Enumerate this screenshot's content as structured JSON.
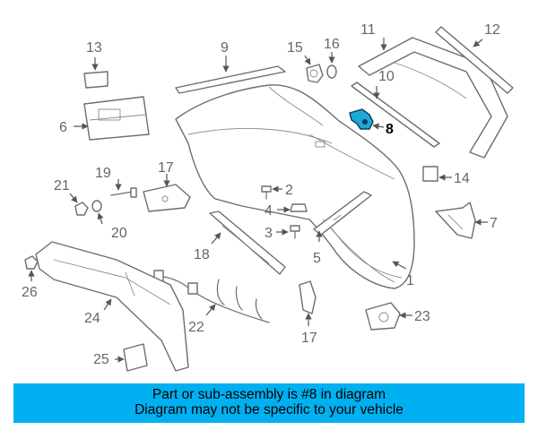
{
  "diagram": {
    "highlighted_callout": "8",
    "callouts": {
      "c1": "1",
      "c2": "2",
      "c3": "3",
      "c4": "4",
      "c5": "5",
      "c6": "6",
      "c7": "7",
      "c8": "8",
      "c9": "9",
      "c10": "10",
      "c11": "11",
      "c12": "12",
      "c13": "13",
      "c14": "14",
      "c15": "15",
      "c16": "16",
      "c17a": "17",
      "c17b": "17",
      "c18": "18",
      "c19": "19",
      "c20": "20",
      "c21": "21",
      "c22": "22",
      "c23": "23",
      "c24": "24",
      "c25": "25",
      "c26": "26"
    }
  },
  "footer": {
    "line1": "Part or sub-assembly is #8 in diagram",
    "line2": "Diagram may not be specific to your vehicle"
  },
  "colors": {
    "banner": "#00b0f0",
    "highlight_part": "#1ea7d9",
    "line_art": "#6d6d6d"
  }
}
